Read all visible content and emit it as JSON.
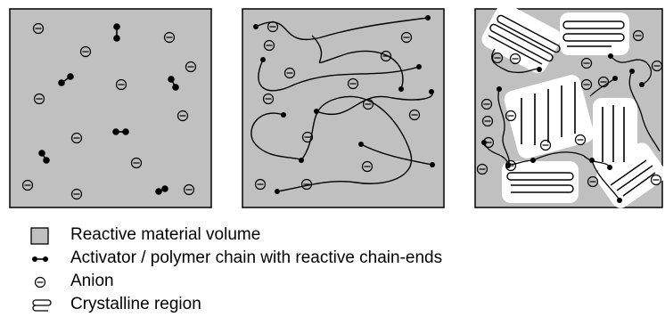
{
  "figure": {
    "colors": {
      "reactive_volume": "#c0c0c0",
      "crystalline_region": "#ffffff",
      "ink": "#000000"
    },
    "icons": {
      "panel_1": "reactive-volume-with-activators-and-anions",
      "panel_2": "reactive-volume-with-polymer-chains-and-anions",
      "panel_3": "reactive-volume-with-crystalline-regions-chains-and-anions"
    }
  },
  "legend": {
    "items": [
      {
        "icon": "gray-square-icon",
        "label": "Reactive material volume"
      },
      {
        "icon": "activator-dumbbell-icon",
        "label": "Activator / polymer chain with reactive chain-ends"
      },
      {
        "icon": "anion-icon",
        "label": "Anion"
      },
      {
        "icon": "crystalline-region-icon",
        "label": "Crystalline region"
      }
    ]
  }
}
